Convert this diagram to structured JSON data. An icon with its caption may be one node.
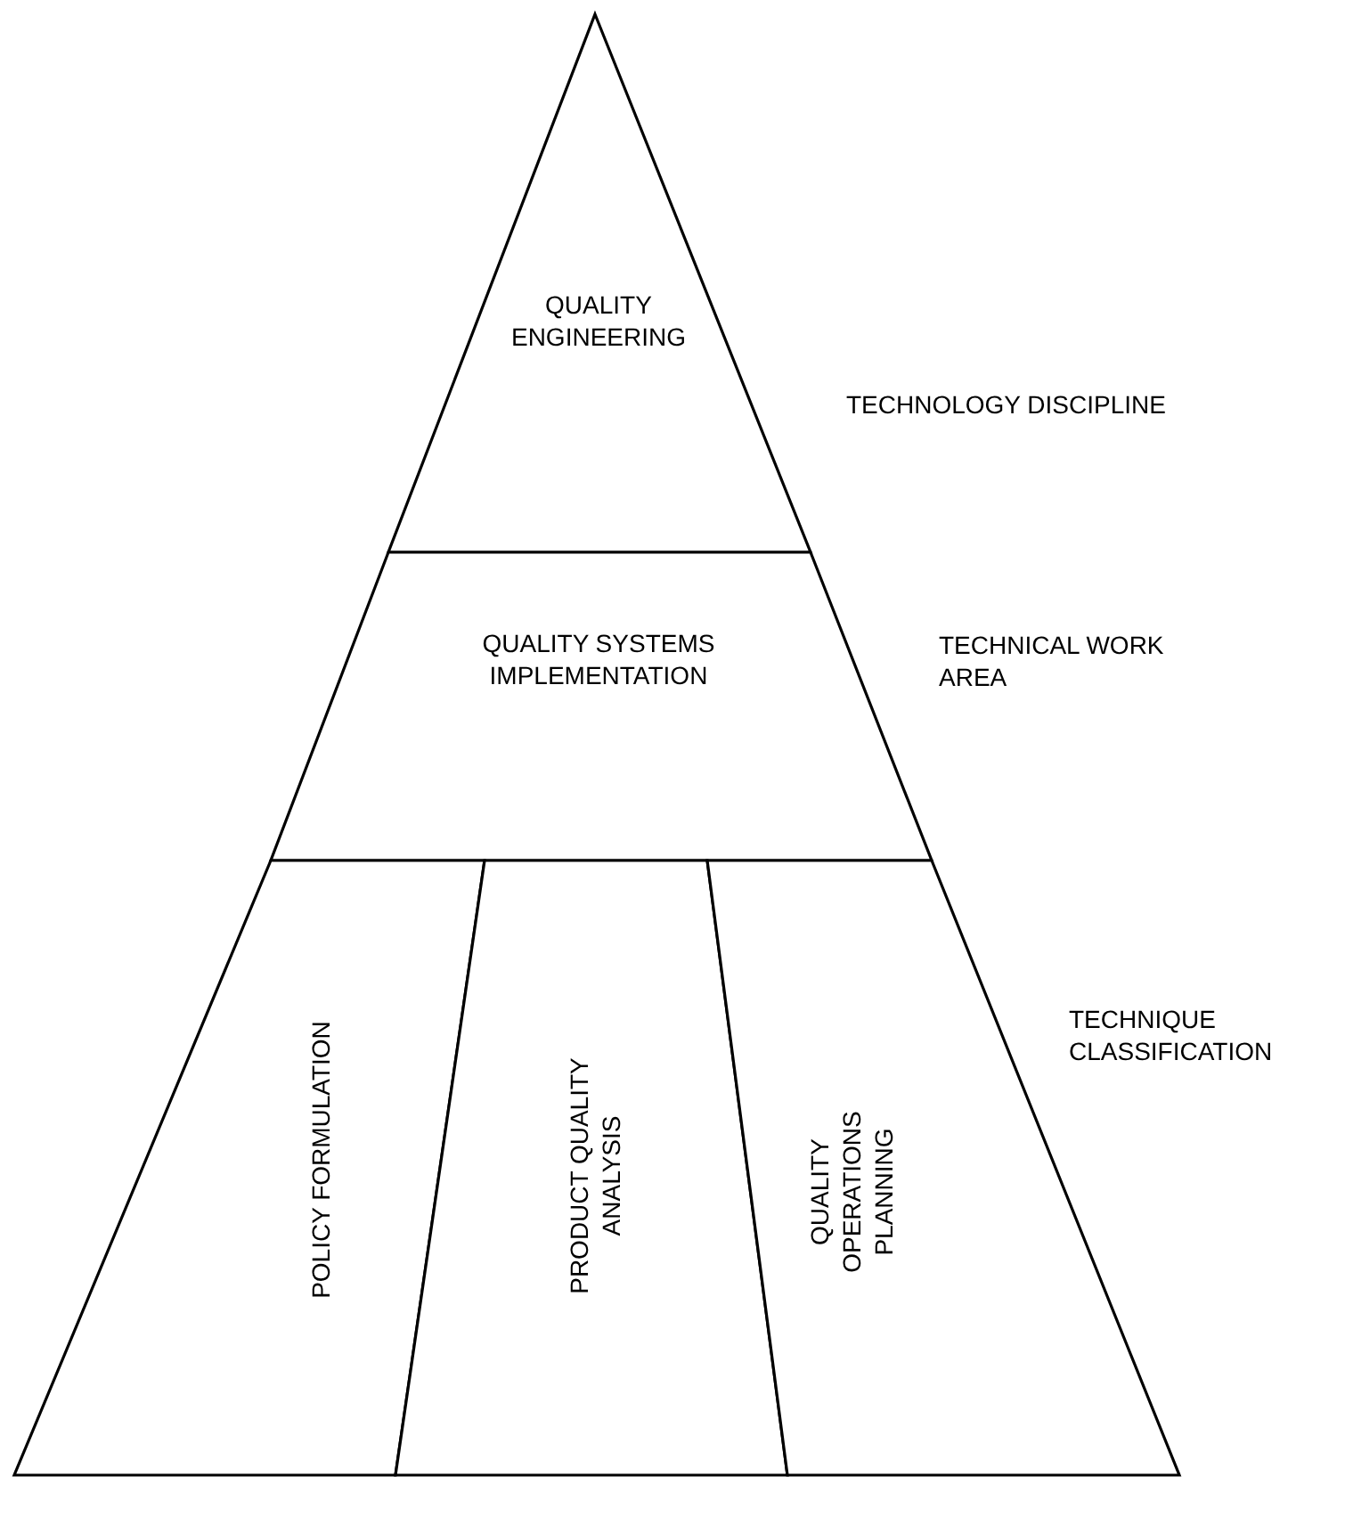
{
  "diagram": {
    "nodes": [
      {
        "text": [
          "QUALITY ENGINEERING"
        ],
        "beside": [
          "TECHNOLOGY DISCIPLINE"
        ]
      },
      {
        "text": [
          "QUALITY SYSTEMS IMPLEMENTATION"
        ],
        "beside": [
          "TECHNICAL WORK AREA"
        ]
      },
      {
        "text": [
          "POLICY FORMULATION"
        ]
      },
      {
        "text": [
          "PRODUCT QUALITY ANALYSIS"
        ]
      },
      {
        "text": [
          "QUALITY OPERATIONS PLANNING"
        ]
      }
    ],
    "edges": [],
    "labels": [
      "TECHNIQUE CLASSIFICATION"
    ]
  }
}
